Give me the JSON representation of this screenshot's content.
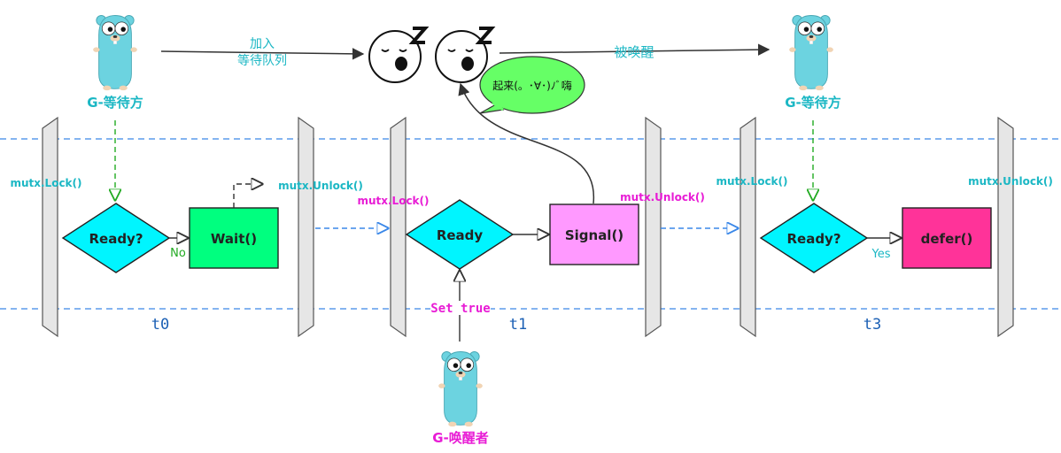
{
  "labels": {
    "waiter_top_left": "G-等待方",
    "waiter_top_right": "G-等待方",
    "waker": "G-唤醒者",
    "join_queue_line1": "加入",
    "join_queue_line2": "等待队列",
    "woken": "被唤醒",
    "speech": "起来(。･∀･)ﾉﾞ嗨",
    "set_true": "Set true",
    "no": "No",
    "yes": "Yes"
  },
  "phases": [
    {
      "id": "t0",
      "label": "t0",
      "lock": "mutx.Lock()",
      "unlock": "mutx.Unlock()",
      "condition": "Ready?",
      "action": "Wait()"
    },
    {
      "id": "t1",
      "label": "t1",
      "lock": "mutx.Lock()",
      "unlock": "mutx.Unlock()",
      "condition": "Ready",
      "action": "Signal()"
    },
    {
      "id": "t3",
      "label": "t3",
      "lock": "mutx.Lock()",
      "unlock": "mutx.Unlock()",
      "condition": "Ready?",
      "action": "defer()"
    }
  ],
  "colors": {
    "cyan_text": "#1bb7c4",
    "magenta_text": "#e81cd5",
    "diamond_fill": "#00f5ff",
    "wait_fill": "#00ff7f",
    "signal_fill": "#ff99ff",
    "defer_fill": "#ff3399",
    "bubble_fill": "#66ff66",
    "dashed_blue": "#3a87e8",
    "gopher_blue": "#6cd3e0",
    "bracket_fill": "#e6e6e6",
    "green_dash": "#22aa22"
  }
}
